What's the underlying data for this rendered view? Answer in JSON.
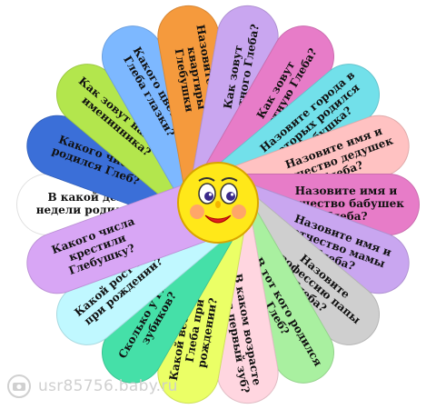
{
  "petals": [
    {
      "text": "В какой день недели родился?",
      "color": "#ffffff"
    },
    {
      "text": "Какого числа родился Глеб?",
      "color": "#3b6fd8"
    },
    {
      "text": "Как зовут нашего именинника?",
      "color": "#b3e64d"
    },
    {
      "text": "Какого цвета у Глеба глазки?",
      "color": "#7db8ff"
    },
    {
      "text": "Назовите номер квартиры Глебушки",
      "color": "#f59a3d"
    },
    {
      "text": "Как зовут крестного Глеба?",
      "color": "#c9a6f0"
    },
    {
      "text": "Как зовут крестную Глеба?",
      "color": "#e77cc8"
    },
    {
      "text": "Назовите города в которых родился Глебушка?",
      "color": "#72e0ea"
    },
    {
      "text": "Назовите имя и отчество дедушек Глеба?",
      "color": "#ffc2c2"
    },
    {
      "text": "Назовите имя и отчество бабушек Глеба?",
      "color": "#e77cc8"
    },
    {
      "text": "Назовите имя и отчество мамы Глеба?",
      "color": "#c9a6f0"
    },
    {
      "text": "Назовите профессию папы Глеба?",
      "color": "#cfcfcf"
    },
    {
      "text": "В тот кого родился Глеб?",
      "color": "#a9f0a0"
    },
    {
      "text": "В каком возрасте вылез первый зуб?",
      "color": "#ffd6e0"
    },
    {
      "text": "Какой вес был у Глеба при рождении?",
      "color": "#ebff66"
    },
    {
      "text": "Сколько у Глеба зубиков?",
      "color": "#45e0a8"
    },
    {
      "text": "Какой рост был при рождении?",
      "color": "#c0f8ff"
    },
    {
      "text": "Какого числа крестили Глебушку?",
      "color": "#d8a6f5"
    }
  ],
  "watermark": {
    "text": "usr85756.baby.ru"
  },
  "colors": {
    "sun": "#ffe819",
    "sun_outline": "#d9a400",
    "cheek": "#ff8a8a",
    "mouth": "#e02020"
  }
}
